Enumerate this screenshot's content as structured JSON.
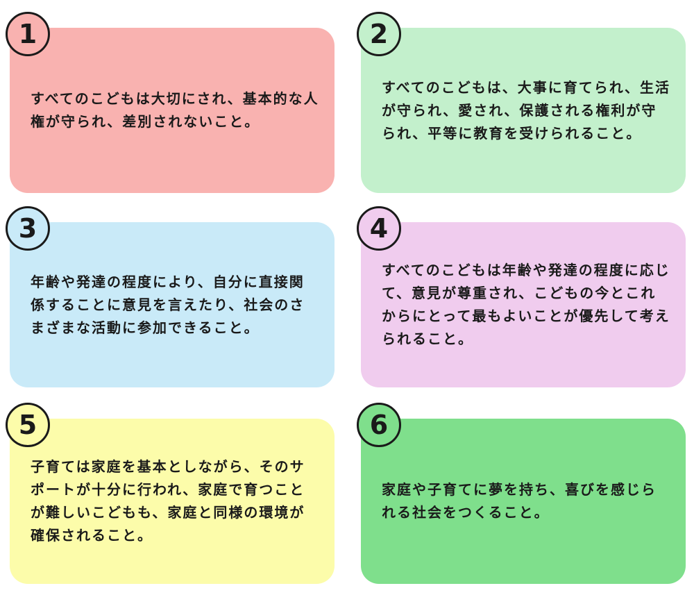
{
  "cards": [
    {
      "number": "1",
      "text": "すべてのこどもは大切にされ、基本的な人権が守られ、差別されないこと。",
      "color": "#f9b2b0"
    },
    {
      "number": "2",
      "text": "すべてのこどもは、大事に育てられ、生活が守られ、愛され、保護される権利が守られ、平等に教育を受けられること。",
      "color": "#c3f0cc"
    },
    {
      "number": "3",
      "text": "年齢や発達の程度により、自分に直接関係することに意見を言えたり、社会のさまざまな活動に参加できること。",
      "color": "#c9eaf8"
    },
    {
      "number": "4",
      "text": "すべてのこどもは年齢や発達の程度に応じて、意見が尊重され、こどもの今とこれからにとって最もよいことが優先して考えられること。",
      "color": "#f0ccee"
    },
    {
      "number": "5",
      "text": "子育ては家庭を基本としながら、そのサポートが十分に行われ、家庭で育つことが難しいこどもも、家庭と同様の環境が確保されること。",
      "color": "#fcfcaa"
    },
    {
      "number": "6",
      "text": "家庭や子育てに夢を持ち、喜びを感じられる社会をつくること。",
      "color": "#7fdf8c"
    }
  ]
}
